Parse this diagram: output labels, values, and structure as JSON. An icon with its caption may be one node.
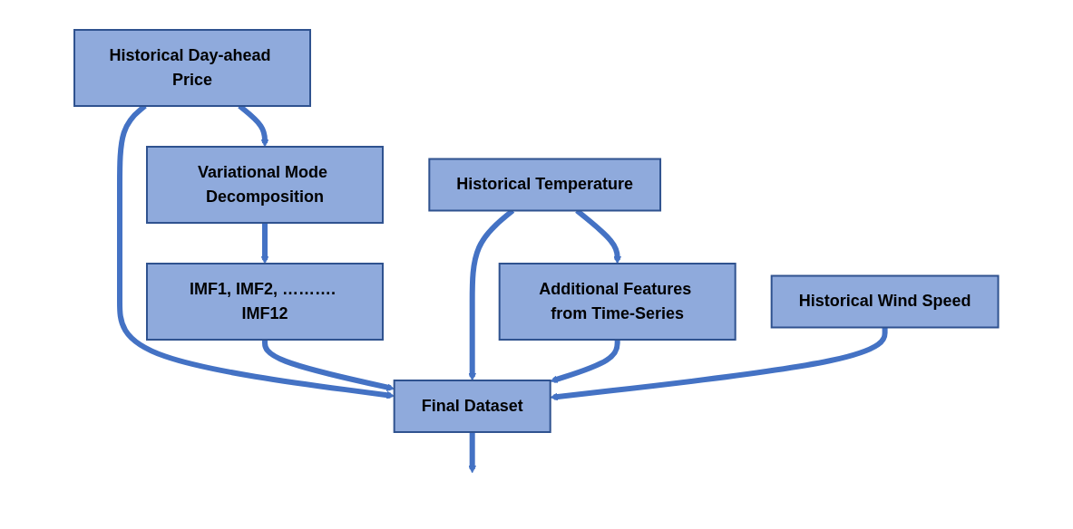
{
  "diagram": {
    "nodes": [
      {
        "text": [
          "Historical Day-ahead Price"
        ]
      },
      {
        "text": [
          "Historical Temperature"
        ]
      },
      {
        "text": [
          "Historical Wind Speed"
        ]
      },
      {
        "text": [
          "Variational Mode Decomposition"
        ]
      },
      {
        "text": [
          "Additional Features from Time-Series"
        ]
      },
      {
        "text": [
          "IMF1, IMF2, ………. IMF12"
        ]
      },
      {
        "text": [
          "Final Dataset"
        ]
      }
    ],
    "edges": [
      {
        "from": 0,
        "to": 3,
        "arrow": "to"
      },
      {
        "from": 3,
        "to": 5,
        "arrow": "to"
      },
      {
        "from": 0,
        "to": 6,
        "arrow": "to"
      },
      {
        "from": 5,
        "to": 6,
        "arrow": "to"
      },
      {
        "from": 1,
        "to": 6,
        "arrow": "to"
      },
      {
        "from": 1,
        "to": 4,
        "arrow": "to"
      },
      {
        "from": 4,
        "to": 6,
        "arrow": "to"
      },
      {
        "from": 2,
        "to": 6,
        "arrow": "to"
      },
      {
        "from": 6,
        "to": null,
        "arrow": "to"
      }
    ]
  }
}
